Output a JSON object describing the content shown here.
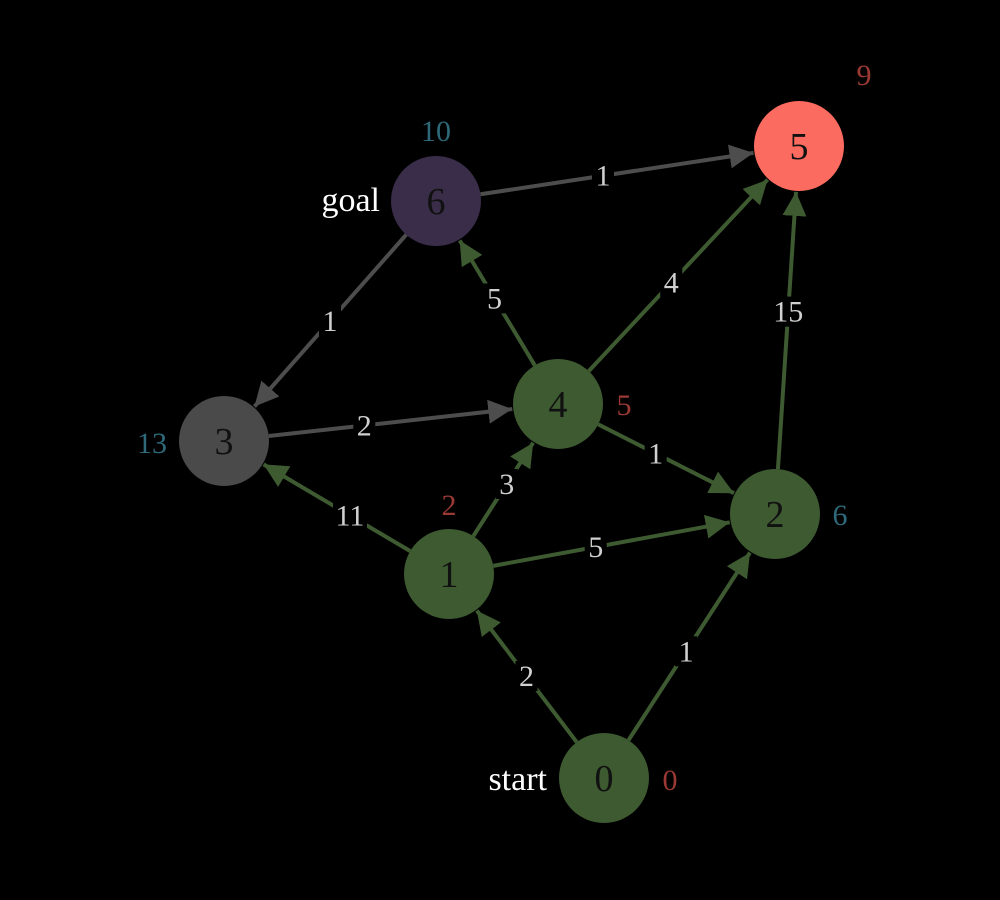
{
  "colors": {
    "background": "#000000",
    "tree_node": "#3d5a31",
    "tree_edge": "#3d5a31",
    "gray_node": "#4a4a4a",
    "gray_edge": "#4d4d4d",
    "goal_node": "#3a2d4a",
    "highlight_node": "#fb6b60",
    "edge_label": "#d0d0d0",
    "node_text_light": "#111111",
    "annotation_red": "#9b3a34",
    "annotation_teal": "#2f6a7a",
    "side_label": "#ffffff"
  },
  "nodes": [
    {
      "id": "0",
      "label": "0",
      "style": "tree",
      "annotation": "0",
      "annotation_color": "red",
      "side_label": "start"
    },
    {
      "id": "1",
      "label": "1",
      "style": "tree",
      "annotation": "2",
      "annotation_color": "red"
    },
    {
      "id": "2",
      "label": "2",
      "style": "tree",
      "annotation": "6",
      "annotation_color": "teal"
    },
    {
      "id": "3",
      "label": "3",
      "style": "gray",
      "annotation": "13",
      "annotation_color": "teal"
    },
    {
      "id": "4",
      "label": "4",
      "style": "tree",
      "annotation": "5",
      "annotation_color": "red"
    },
    {
      "id": "5",
      "label": "5",
      "style": "highlight",
      "annotation": "9",
      "annotation_color": "red"
    },
    {
      "id": "6",
      "label": "6",
      "style": "goal",
      "annotation": "10",
      "annotation_color": "teal",
      "side_label": "goal"
    }
  ],
  "edges": [
    {
      "from": "0",
      "to": "1",
      "weight": "2",
      "style": "tree"
    },
    {
      "from": "0",
      "to": "2",
      "weight": "1",
      "style": "tree"
    },
    {
      "from": "1",
      "to": "2",
      "weight": "5",
      "style": "tree"
    },
    {
      "from": "1",
      "to": "3",
      "weight": "11",
      "style": "tree"
    },
    {
      "from": "1",
      "to": "4",
      "weight": "3",
      "style": "tree"
    },
    {
      "from": "4",
      "to": "2",
      "weight": "1",
      "style": "tree"
    },
    {
      "from": "4",
      "to": "6",
      "weight": "5",
      "style": "tree"
    },
    {
      "from": "4",
      "to": "5",
      "weight": "4",
      "style": "tree"
    },
    {
      "from": "2",
      "to": "5",
      "weight": "15",
      "style": "tree"
    },
    {
      "from": "3",
      "to": "4",
      "weight": "2",
      "style": "gray"
    },
    {
      "from": "6",
      "to": "3",
      "weight": "1",
      "style": "gray"
    },
    {
      "from": "6",
      "to": "5",
      "weight": "1",
      "style": "gray"
    }
  ]
}
